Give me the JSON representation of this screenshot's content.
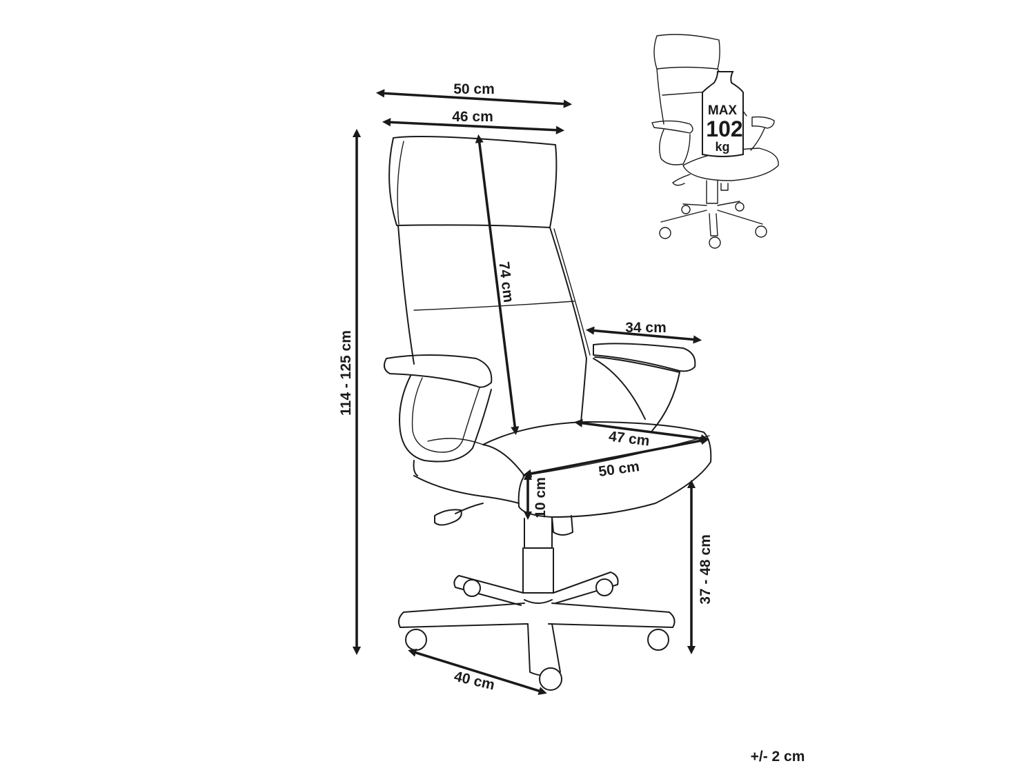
{
  "dimensions": {
    "overall_width": "50 cm",
    "headrest_width": "46 cm",
    "overall_height": "114 - 125 cm",
    "backrest_height": "74 cm",
    "armrest_length": "34 cm",
    "seat_depth": "47 cm",
    "seat_width": "50 cm",
    "seat_thickness": "10 cm",
    "seat_height": "37 - 48 cm",
    "base_caster_spacing": "40 cm"
  },
  "max_load": {
    "label": "MAX",
    "value": "102",
    "unit": "kg"
  },
  "tolerance": "+/- 2 cm",
  "colors": {
    "line": "#1a1a1a",
    "background": "#ffffff"
  }
}
